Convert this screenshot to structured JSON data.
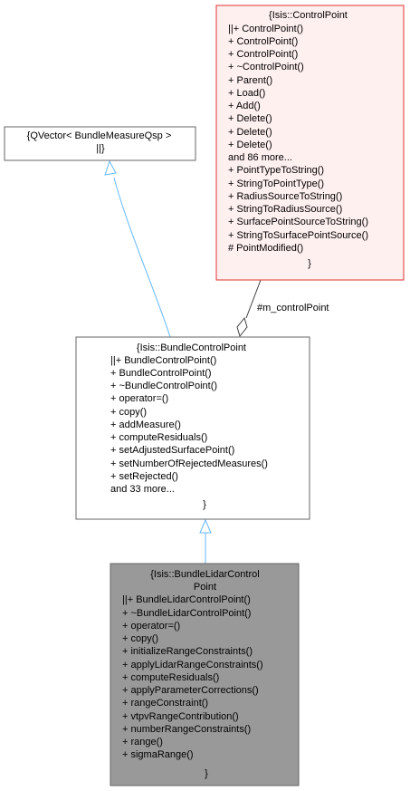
{
  "nodes": {
    "control_point": {
      "lines": [
        "{Isis::ControlPoint",
        "||+ ControlPoint()",
        "+ ControlPoint()",
        "+ ControlPoint()",
        "+ ~ControlPoint()",
        "+ Parent()",
        "+ Load()",
        "+ Add()",
        "+ Delete()",
        "+ Delete()",
        "+ Delete()",
        "and 86 more...",
        "+ PointTypeToString()",
        "+ StringToPointType()",
        "+ RadiusSourceToString()",
        "+ StringToRadiusSource()",
        "+ SurfacePointSourceToString()",
        "+ StringToSurfacePointSource()",
        "# PointModified()",
        "}"
      ],
      "fill": "#fff0f0",
      "stroke": "#e03030"
    },
    "qvector": {
      "lines": [
        "{QVector< BundleMeasureQsp >",
        "||}"
      ],
      "fill": "#ffffff",
      "stroke": "#666666"
    },
    "bundle_control_point": {
      "lines": [
        "{Isis::BundleControlPoint",
        "||+ BundleControlPoint()",
        "+ BundleControlPoint()",
        "+ ~BundleControlPoint()",
        "+ operator=()",
        "+ copy()",
        "+ addMeasure()",
        "+ computeResiduals()",
        "+ setAdjustedSurfacePoint()",
        "+ setNumberOfRejectedMeasures()",
        "+ setRejected()",
        "and 33 more...",
        "}"
      ],
      "fill": "#ffffff",
      "stroke": "#666666"
    },
    "bundle_lidar_control_point": {
      "lines": [
        "{Isis::BundleLidarControl",
        "Point",
        "||+ BundleLidarControlPoint()",
        "+ ~BundleLidarControlPoint()",
        "+ operator=()",
        "+ copy()",
        "+ initializeRangeConstraints()",
        "+ applyLidarRangeConstraints()",
        "+ computeResiduals()",
        "+ applyParameterCorrections()",
        "+ rangeConstraint()",
        "+ vtpvRangeContribution()",
        "+ numberRangeConstraints()",
        "+ range()",
        "+ sigmaRange()",
        "}"
      ],
      "fill": "#999999",
      "stroke": "#666666"
    }
  },
  "edges": {
    "member_label": "#m_controlPoint",
    "inherit_color": "#63b8ff",
    "member_color": "#404040"
  }
}
